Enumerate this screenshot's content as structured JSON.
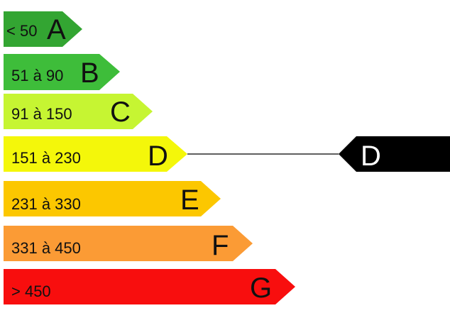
{
  "classes": [
    {
      "letter": "A",
      "range": "< 50",
      "color": "#33a532"
    },
    {
      "letter": "B",
      "range": "51 à 90",
      "color": "#3ebd3a"
    },
    {
      "letter": "C",
      "range": "91 à 150",
      "color": "#c6f532"
    },
    {
      "letter": "D",
      "range": "151 à 230",
      "color": "#f4f70a"
    },
    {
      "letter": "E",
      "range": "231 à 330",
      "color": "#fcc700"
    },
    {
      "letter": "F",
      "range": "331 à 450",
      "color": "#fb9b35"
    },
    {
      "letter": "G",
      "range": "> 450",
      "color": "#f80e0e"
    }
  ],
  "marker": {
    "letter": "D",
    "color": "#000000",
    "text_color": "#ffffff"
  }
}
